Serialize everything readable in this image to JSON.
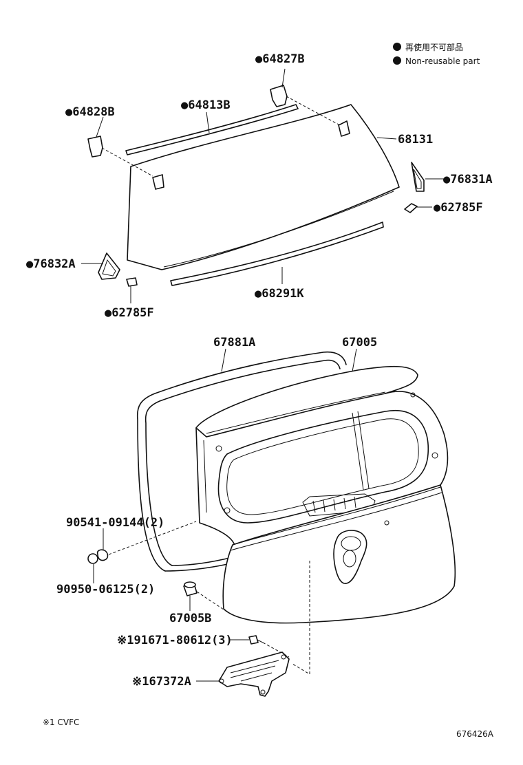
{
  "legend": {
    "japanese": "再使用不可部品",
    "english": "Non-reusable part"
  },
  "labels": {
    "p64827B": "●64827B",
    "p64828B": "●64828B",
    "p64813B": "●64813B",
    "p68131": "68131",
    "p76831A": "●76831A",
    "p62785F_right": "●62785F",
    "p76832A": "●76832A",
    "p68291K": "●68291K",
    "p62785F_left": "●62785F",
    "p67881A": "67881A",
    "p67005": "67005",
    "p90541": "90541-09144(2)",
    "p90950": "90950-06125(2)",
    "p67005B": "67005B",
    "p91671": "※191671-80612(3)",
    "p67372A": "※167372A"
  },
  "footnote": "※1 CVFC",
  "figure_id": "676426A"
}
